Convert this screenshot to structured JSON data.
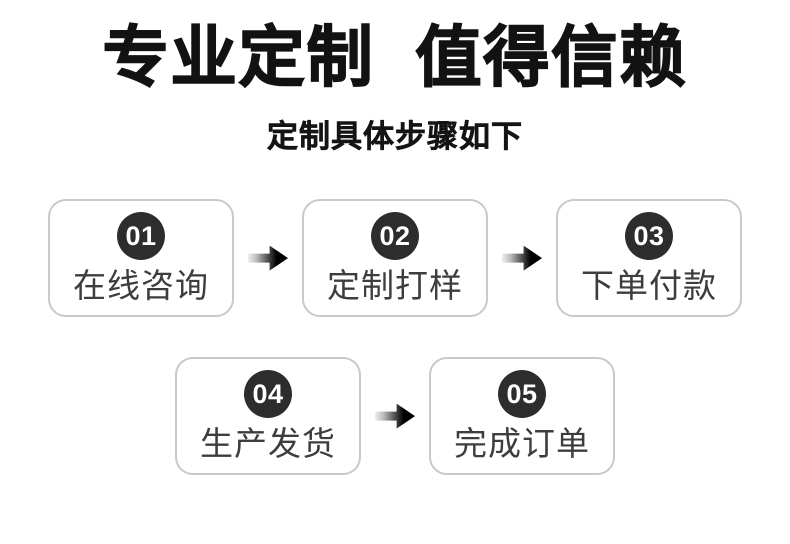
{
  "header": {
    "title": "专业定制  值得信赖",
    "subtitle": "定制具体步骤如下"
  },
  "steps": [
    {
      "number": "01",
      "label": "在线咨询"
    },
    {
      "number": "02",
      "label": "定制打样"
    },
    {
      "number": "03",
      "label": "下单付款"
    },
    {
      "number": "04",
      "label": "生产发货"
    },
    {
      "number": "05",
      "label": "完成订单"
    }
  ],
  "icons": {
    "flow_arrow": "arrow-right-icon"
  },
  "colors": {
    "background": "#ffffff",
    "title_text": "#121212",
    "box_border": "#c9c9c9",
    "circle_fill": "#2d2d2d",
    "circle_text": "#ffffff",
    "label_text": "#3d3d3d",
    "arrow_start": "#f0f0f0",
    "arrow_end": "#000000"
  }
}
